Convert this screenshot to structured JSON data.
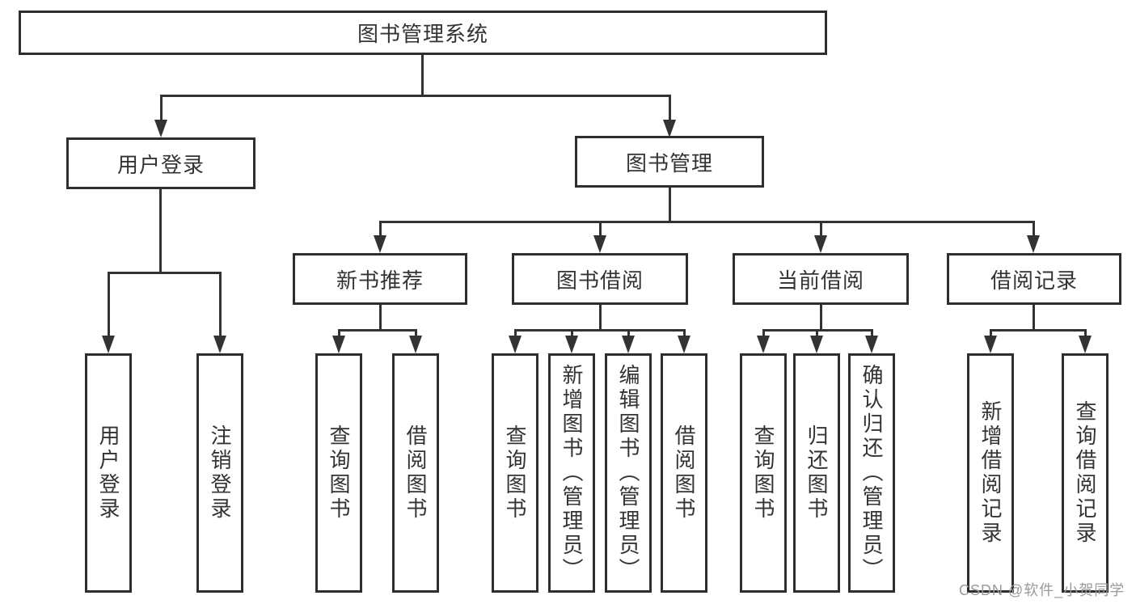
{
  "diagram": {
    "root": {
      "label": "图书管理系统"
    },
    "branches": [
      {
        "label": "用户登录",
        "children": [
          {
            "label": "用户登录"
          },
          {
            "label": "注销登录"
          }
        ]
      },
      {
        "label": "图书管理",
        "children": [
          {
            "label": "新书推荐",
            "children": [
              {
                "label": "查询图书"
              },
              {
                "label": "借阅图书"
              }
            ]
          },
          {
            "label": "图书借阅",
            "children": [
              {
                "label": "查询图书"
              },
              {
                "label": "新增图书（管理员）"
              },
              {
                "label": "编辑图书（管理员）"
              },
              {
                "label": "借阅图书"
              }
            ]
          },
          {
            "label": "当前借阅",
            "children": [
              {
                "label": "查询图书"
              },
              {
                "label": "归还图书"
              },
              {
                "label": "确认归还（管理员）"
              }
            ]
          },
          {
            "label": "借阅记录",
            "children": [
              {
                "label": "新增借阅记录"
              },
              {
                "label": "查询借阅记录"
              }
            ]
          }
        ]
      }
    ]
  },
  "watermark": {
    "text": "CSDN @软件_小贺同学"
  },
  "colors": {
    "line": "#333333",
    "background": "#ffffff",
    "watermark": "#9a9a9a"
  }
}
